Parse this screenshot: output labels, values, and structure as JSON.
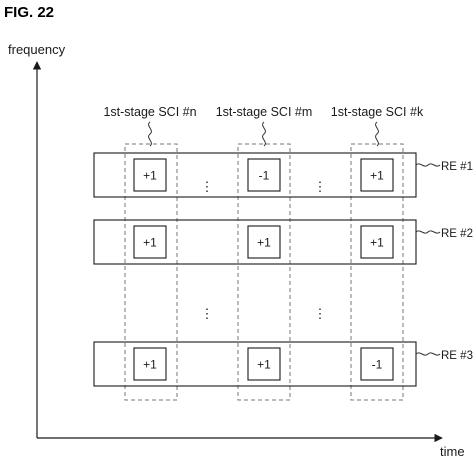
{
  "figure": {
    "label": "FIG. 22"
  },
  "axes": {
    "y_label": "frequency",
    "x_label": "time"
  },
  "columns": [
    {
      "label": "1st-stage SCI #n"
    },
    {
      "label": "1st-stage SCI #m"
    },
    {
      "label": "1st-stage SCI #k"
    }
  ],
  "rows": [
    {
      "label": "RE #1",
      "values": [
        "+1",
        "-1",
        "+1"
      ]
    },
    {
      "label": "RE #2",
      "values": [
        "+1",
        "+1",
        "+1"
      ]
    },
    {
      "label": "RE #3",
      "values": [
        "+1",
        "+1",
        "-1"
      ]
    }
  ],
  "gap_marker": "⋮"
}
